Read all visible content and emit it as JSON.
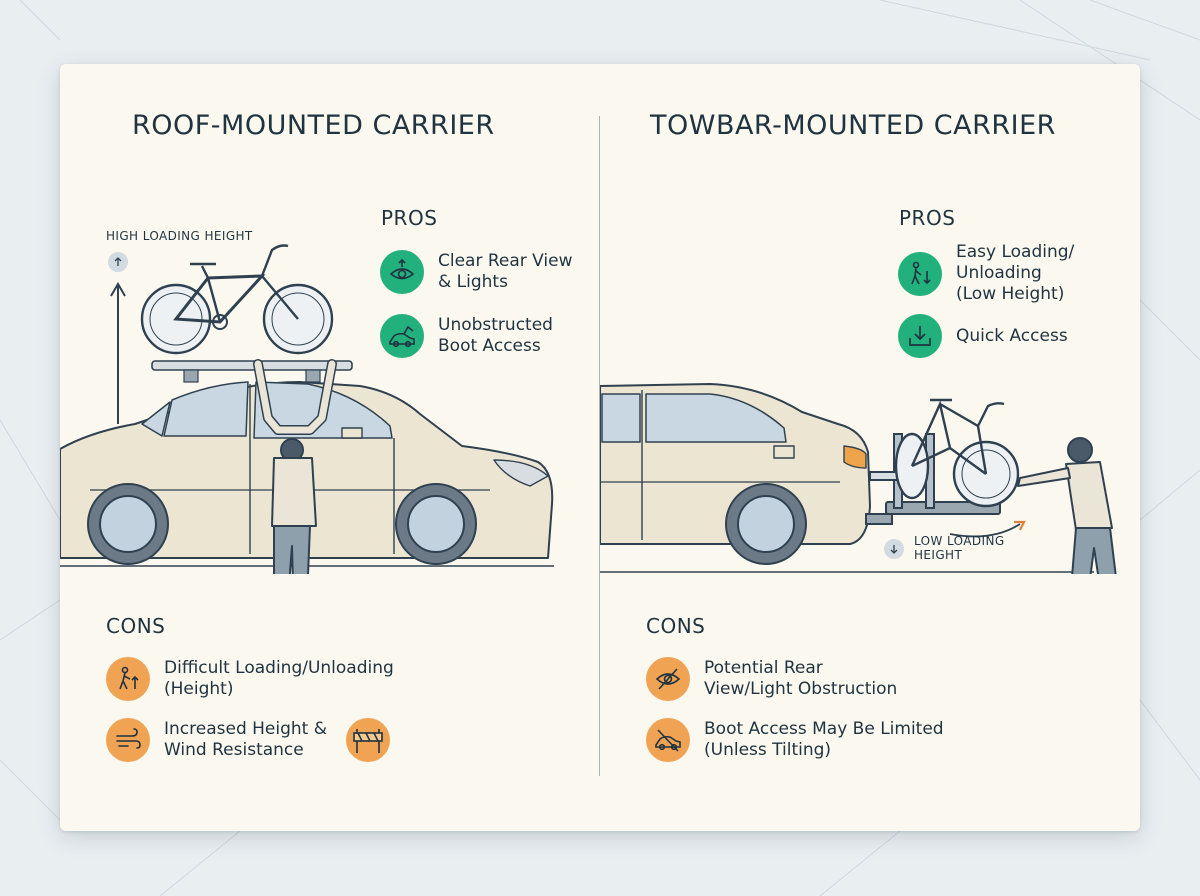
{
  "colors": {
    "background": "#e9eef1",
    "card": "#fbf8ef",
    "pro_badge": "#22b07d",
    "con_badge": "#f1a354",
    "car_body": "#ece5d2",
    "outline": "#2f4150",
    "wheel": "#c2d2df"
  },
  "roof": {
    "title": "ROOF-MOUNTED CARRIER",
    "height_note": "HIGH LOADING HEIGHT",
    "pros_heading": "PROS",
    "pros": [
      {
        "label": "Clear Rear View\n& Lights",
        "icon": "eye-arrow-icon"
      },
      {
        "label": "Unobstructed\nBoot Access",
        "icon": "open-boot-icon"
      }
    ],
    "cons_heading": "CONS",
    "cons": [
      {
        "label": "Difficult Loading/Unloading\n(Height)",
        "icon": "person-lifting-icon"
      },
      {
        "label": "Increased Height &\nWind Resistance",
        "icon": "wind-icon"
      }
    ],
    "extra_icon": "barrier-icon"
  },
  "towbar": {
    "title": "TOWBAR-MOUNTED CARRIER",
    "height_note": "LOW LOADING\nHEIGHT",
    "pros_heading": "PROS",
    "pros": [
      {
        "label": "Easy Loading/\nUnloading\n(Low Height)",
        "icon": "person-loading-icon"
      },
      {
        "label": "Quick Access",
        "icon": "download-arrow-icon"
      }
    ],
    "cons_heading": "CONS",
    "cons": [
      {
        "label": "Potential Rear\nView/Light Obstruction",
        "icon": "eye-crossed-icon"
      },
      {
        "label": "Boot Access May Be Limited\n(Unless Tilting)",
        "icon": "boot-crossed-icon"
      }
    ]
  }
}
